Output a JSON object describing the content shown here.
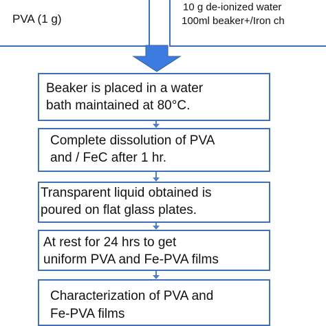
{
  "inputs": {
    "pva": "PVA (1 g)",
    "water_line1": "10 g  de-ionized water",
    "water_line2": "100ml beaker+/Iron ch"
  },
  "steps": [
    {
      "line1": "Beaker is placed in a water",
      "line2": "bath maintained at 80°C."
    },
    {
      "line1": "Complete dissolution of PVA",
      "line2": "and / FeC after 1 hr."
    },
    {
      "line1": "Transparent liquid obtained is",
      "line2": "poured on flat glass plates."
    },
    {
      "line1": "At rest for 24 hrs to get",
      "line2": "uniform PVA and Fe-PVA films"
    },
    {
      "line1": "Characterization of PVA and",
      "line2": "Fe-PVA films"
    }
  ],
  "colors": {
    "box_border": "#3f6fb6",
    "arrow_fill": "#3d7be0",
    "connector": "#4f80c7"
  }
}
